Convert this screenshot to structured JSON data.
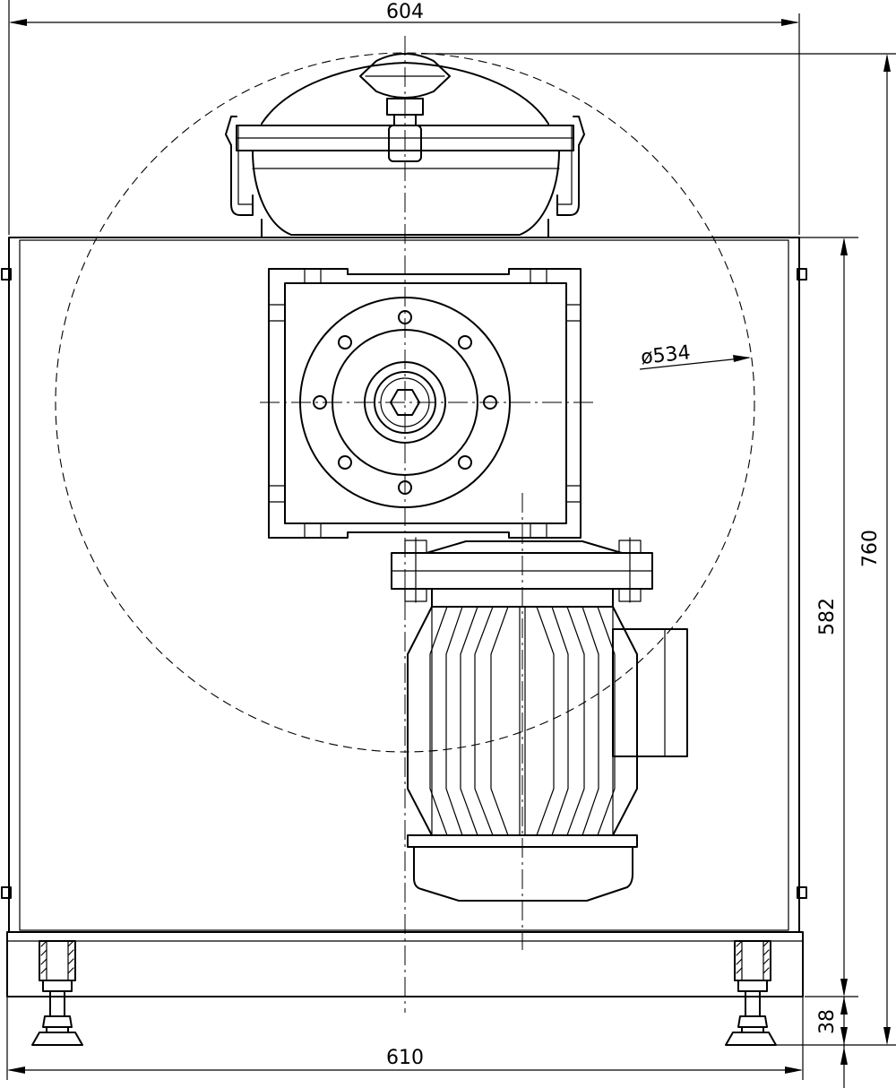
{
  "drawing": {
    "dimensions": {
      "top_width": "604",
      "bottom_width": "610",
      "overall_height": "760",
      "body_height": "582",
      "foot_height": "38",
      "rotor_diameter": "ø534"
    }
  }
}
